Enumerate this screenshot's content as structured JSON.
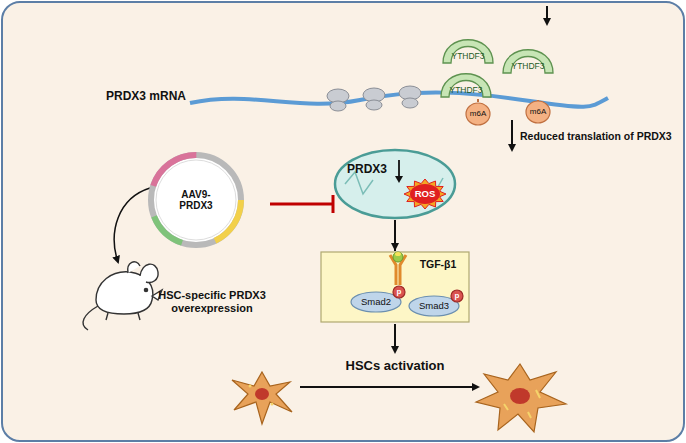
{
  "diagram": {
    "nodes": [
      {
        "text": [
          "YTHDF3"
        ]
      },
      {
        "text": [
          "YTHDF3"
        ]
      },
      {
        "text": [
          "YTHDF3"
        ]
      },
      {
        "text": [
          "m6A"
        ]
      },
      {
        "text": [
          "m6A"
        ]
      },
      {
        "text": [
          "AAV9-PRDX3"
        ]
      },
      {
        "text": [
          "PRDX3"
        ]
      },
      {
        "text": [
          "ROS"
        ],
        "in": 6
      },
      {
        "text": [
          "TGF-β1"
        ]
      },
      {
        "text": [
          "Smad2"
        ],
        "in": 8
      },
      {
        "text": [
          "p"
        ],
        "in": 9
      },
      {
        "text": [
          "Smad3"
        ],
        "in": 8
      },
      {
        "text": [
          "p"
        ],
        "in": 11
      }
    ],
    "edges": [
      {
        "from": 6,
        "to": 8,
        "arrow": "to"
      },
      {
        "from": 5,
        "to": 6,
        "arrow": "to"
      }
    ],
    "labels": [
      "PRDX3 mRNA",
      "Reduced translation of PRDX3",
      "HSC-specific PRDX3 overexpression",
      "HSCs activation"
    ]
  }
}
